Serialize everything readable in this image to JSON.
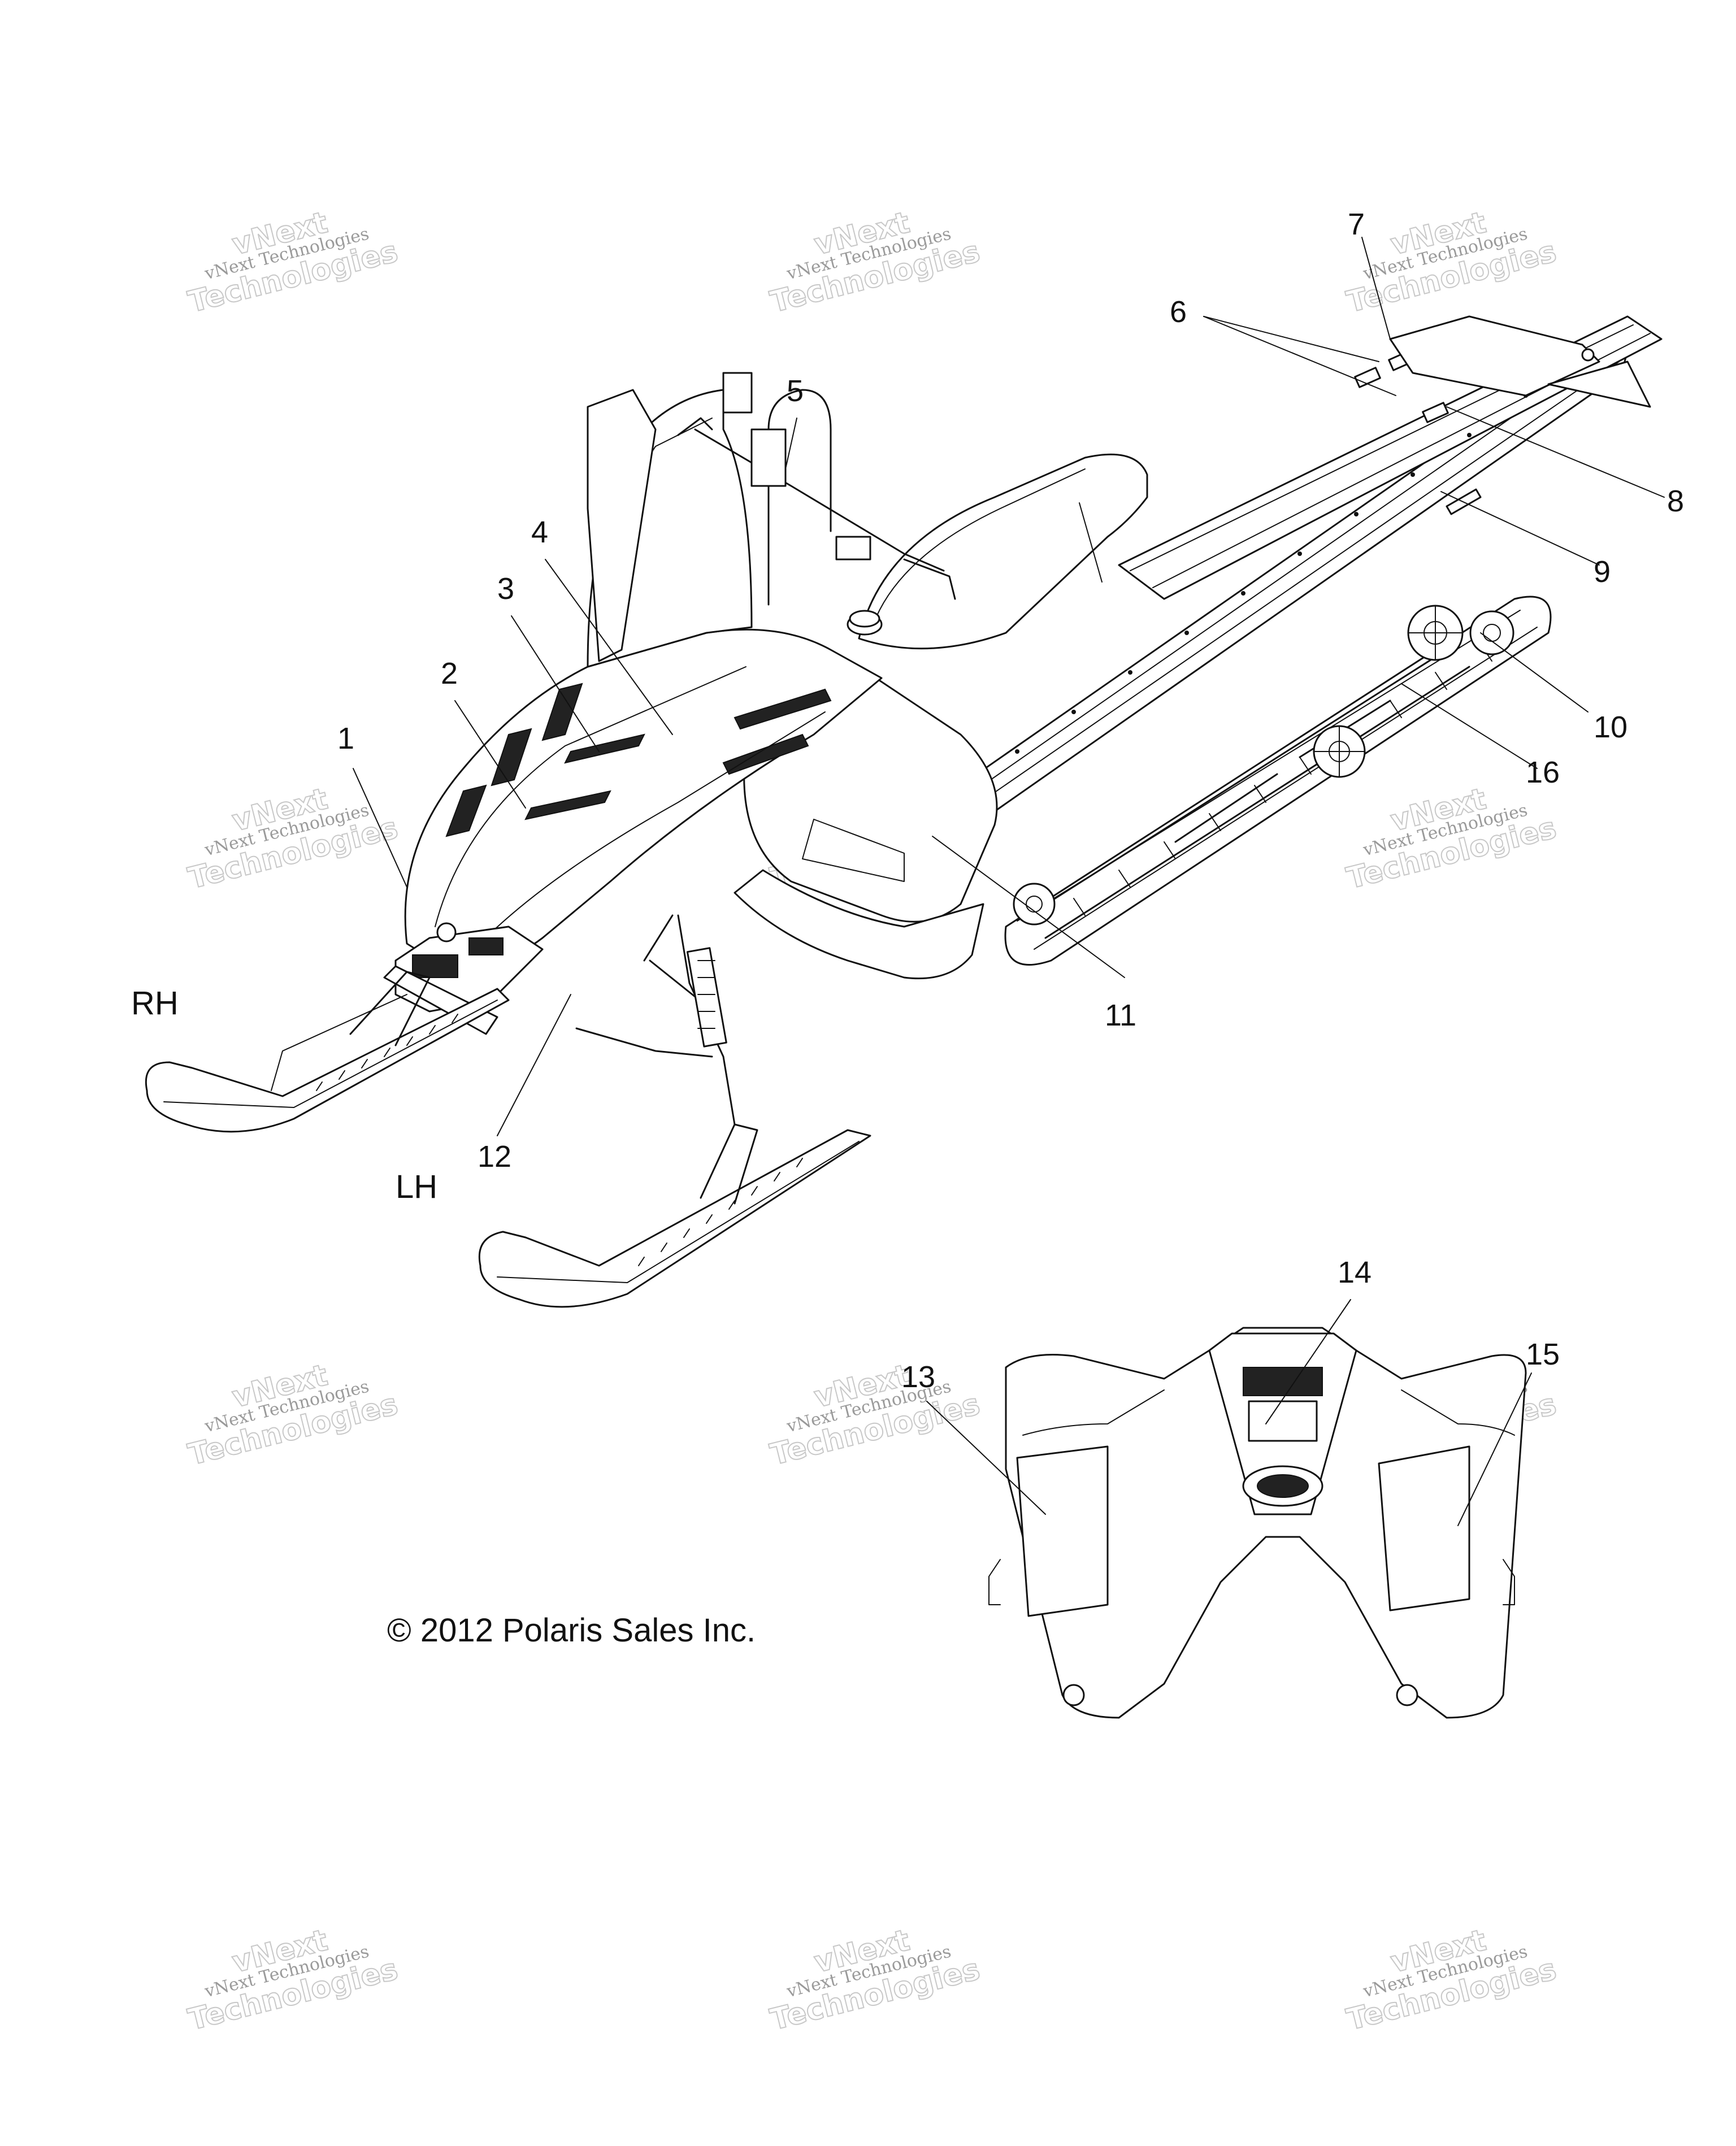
{
  "callouts": {
    "c1": "1",
    "c2": "2",
    "c3": "3",
    "c4": "4",
    "c5": "5",
    "c6": "6",
    "c7": "7",
    "c8": "8",
    "c9": "9",
    "c10": "10",
    "c11": "11",
    "c12": "12",
    "c13": "13",
    "c14": "14",
    "c15": "15",
    "c16": "16"
  },
  "side_labels": {
    "rh": "RH",
    "lh": "LH"
  },
  "copyright": "© 2012 Polaris Sales Inc.",
  "watermark": {
    "line1": "vNext",
    "line2": "vNext Technologies",
    "line3": "Technologies"
  }
}
